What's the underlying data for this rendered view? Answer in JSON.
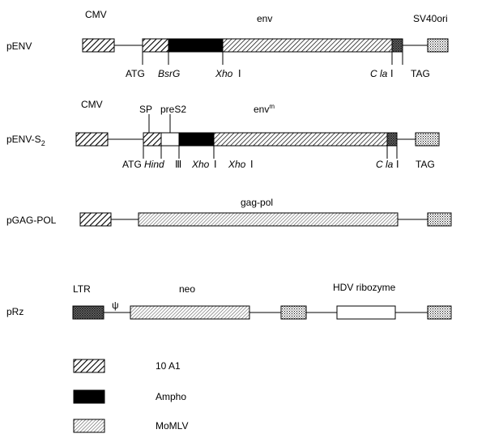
{
  "constructs": [
    {
      "name": "pENV",
      "labels": {
        "promoter": "CMV",
        "gene": "env",
        "ori": "SV40ori",
        "atg": "ATG",
        "bsrg": "BsrG",
        "xho": "Xho",
        "xho_mark": "Ⅰ",
        "cla": "C la",
        "cla_mark": "Ⅰ",
        "tag": "TAG"
      }
    },
    {
      "name": "pENV-S",
      "name_sub": "2",
      "labels": {
        "promoter": "CMV",
        "sp": "SP",
        "pres2": "preS2",
        "gene": "env",
        "gene_sup": "m",
        "atg": "ATG",
        "hind": "Hind",
        "hind_mark": "Ⅲ",
        "xho1": "Xho",
        "xho1_mark": "Ⅰ",
        "xho2": "Xho",
        "xho2_mark": "Ⅰ",
        "cla": "C la",
        "cla_mark": "Ⅰ",
        "tag": "TAG"
      }
    },
    {
      "name": "pGAG-POL",
      "labels": {
        "gene": "gag-pol"
      }
    },
    {
      "name": "pRz",
      "labels": {
        "ltr": "LTR",
        "psi": "ψ",
        "neo": "neo",
        "hdv": "HDV ribozyme"
      }
    }
  ],
  "legend": [
    {
      "label": "10 A1",
      "pattern": "wide-hatch"
    },
    {
      "label": "Ampho",
      "pattern": "solid-black"
    },
    {
      "label": "MoMLV",
      "pattern": "fine-hatch"
    }
  ]
}
